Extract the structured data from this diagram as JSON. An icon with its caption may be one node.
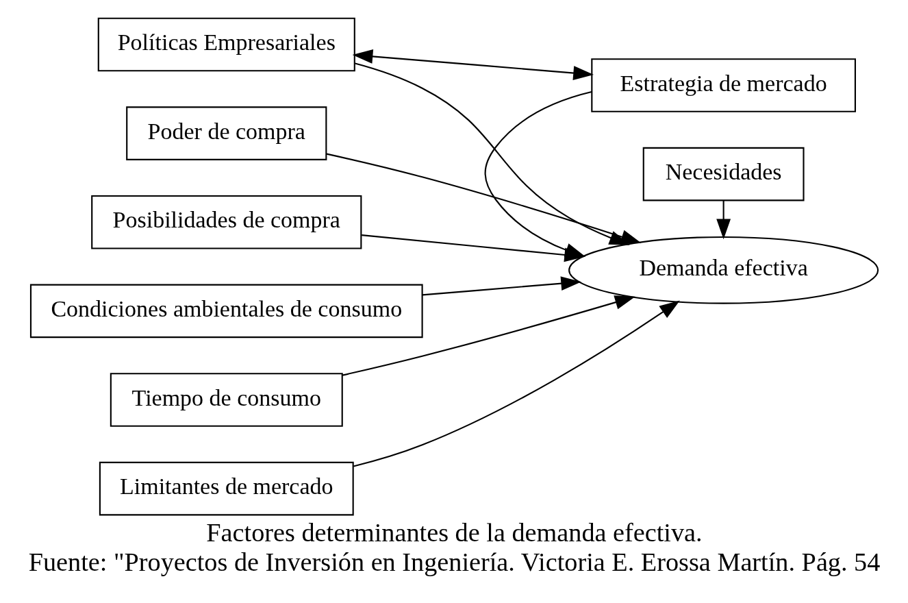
{
  "diagram": {
    "title": "Factores determinantes de la demanda efectiva.",
    "caption": "Fuente: \"Proyectos de Inversión en Ingeniería. Victoria E. Erossa Martín. Pág. 54",
    "nodes": [
      {
        "text": [
          "Políticas Empresariales"
        ]
      },
      {
        "text": [
          "Poder de compra"
        ]
      },
      {
        "text": [
          "Posibilidades de compra"
        ]
      },
      {
        "text": [
          "Condiciones ambientales de consumo"
        ]
      },
      {
        "text": [
          "Tiempo de consumo"
        ]
      },
      {
        "text": [
          "Limitantes de mercado"
        ]
      },
      {
        "text": [
          "Necesidades"
        ]
      },
      {
        "text": [
          "Demanda efectiva"
        ]
      },
      {
        "text": [
          "Estrategia de mercado"
        ]
      }
    ],
    "edges": [
      {
        "from": 0,
        "to": 7,
        "arrow": "to"
      },
      {
        "from": 1,
        "to": 7,
        "arrow": "to"
      },
      {
        "from": 2,
        "to": 7,
        "arrow": "to"
      },
      {
        "from": 3,
        "to": 7,
        "arrow": "to"
      },
      {
        "from": 4,
        "to": 7,
        "arrow": "to"
      },
      {
        "from": 5,
        "to": 7,
        "arrow": "to"
      },
      {
        "from": 6,
        "to": 7,
        "arrow": "to"
      },
      {
        "from": 8,
        "to": 7,
        "arrow": "to"
      },
      {
        "from": 8,
        "to": 0,
        "arrow": "both"
      }
    ]
  }
}
